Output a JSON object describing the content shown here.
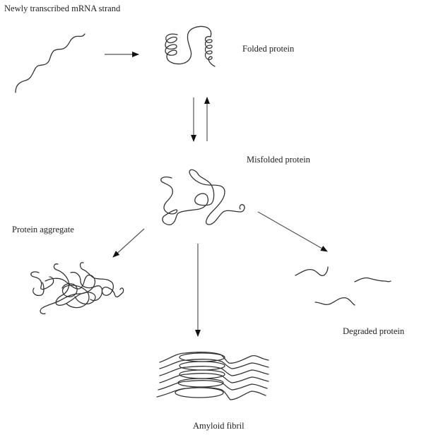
{
  "diagram": {
    "title": "Protein folding and misfolding pathways",
    "nodes": [
      {
        "id": "mrna",
        "label": "Newly transcribed mRNA strand",
        "icon": "wavy-strand-icon"
      },
      {
        "id": "folded",
        "label": "Folded protein",
        "icon": "helix-coil-icon"
      },
      {
        "id": "misfolded",
        "label": "Misfolded protein",
        "icon": "tangled-strand-icon"
      },
      {
        "id": "aggregate",
        "label": "Protein aggregate",
        "icon": "tangle-cluster-icon"
      },
      {
        "id": "degraded",
        "label": "Degraded protein",
        "icon": "fragment-strands-icon"
      },
      {
        "id": "fibril",
        "label": "Amyloid fibril",
        "icon": "stacked-fibril-icon"
      }
    ],
    "edges": [
      {
        "from": "mrna",
        "to": "folded"
      },
      {
        "from": "folded",
        "to": "misfolded"
      },
      {
        "from": "misfolded",
        "to": "folded"
      },
      {
        "from": "misfolded",
        "to": "aggregate"
      },
      {
        "from": "misfolded",
        "to": "fibril"
      },
      {
        "from": "misfolded",
        "to": "degraded"
      }
    ]
  }
}
